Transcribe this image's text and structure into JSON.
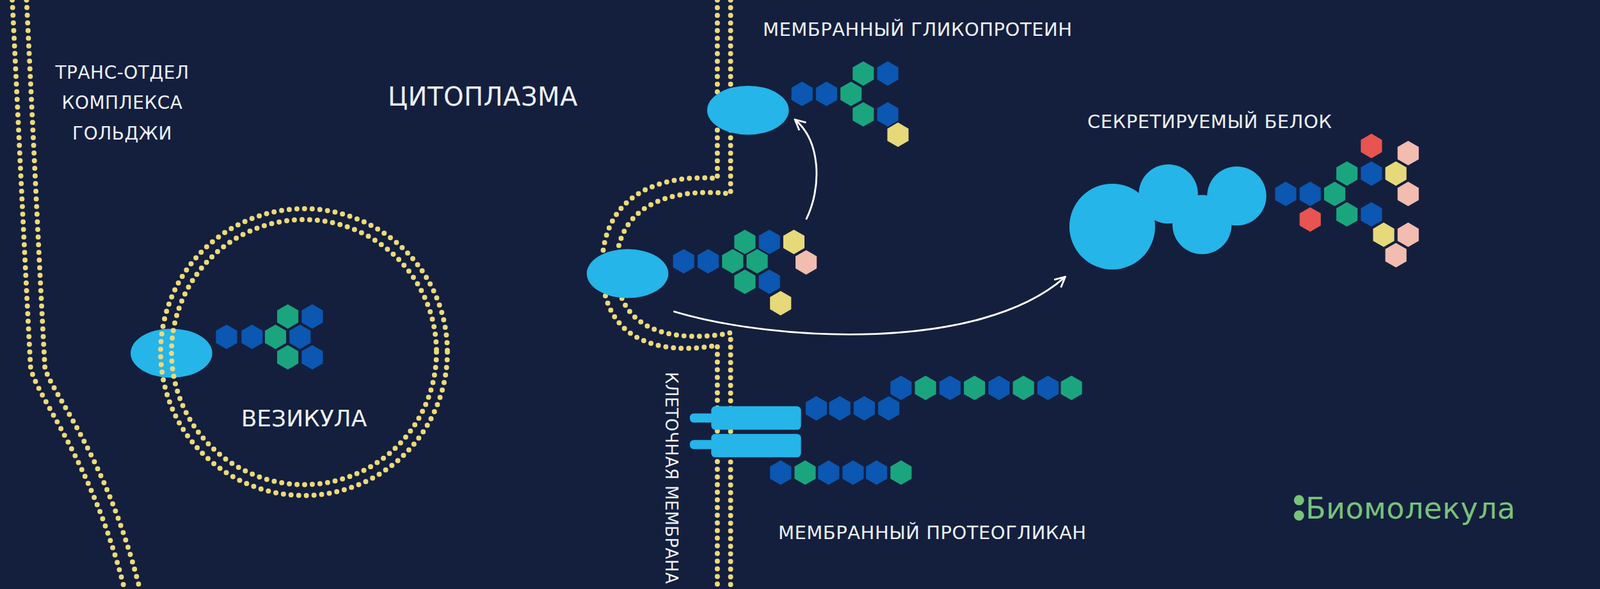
{
  "diagram": {
    "nodes": [
      {
        "text": [
          "ВЕЗИКУЛА"
        ]
      }
    ],
    "labels": [
      "ТРАНС-ОТДЕЛ КОМПЛЕКСА ГОЛЬДЖИ",
      "ЦИТОПЛАЗМА",
      "МЕМБРАННЫЙ ГЛИКОПРОТЕИН",
      "СЕКРЕТИРУЕМЫЙ БЕЛОК",
      "КЛЕТОЧНАЯ МЕМБРАНА",
      "МЕМБРАННЫЙ ПРОТЕОГЛИКАН",
      "Биомолекула"
    ]
  }
}
